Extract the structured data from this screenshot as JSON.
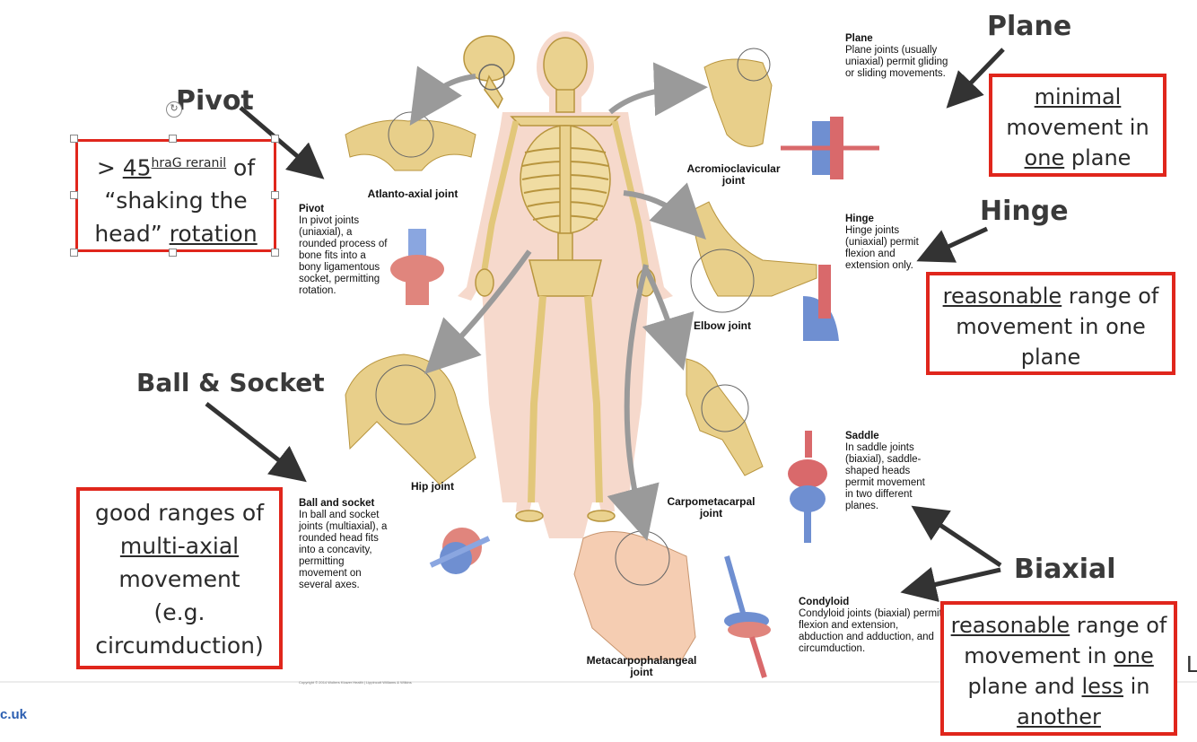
{
  "headings": {
    "pivot": "Pivot",
    "plane": "Plane",
    "hinge": "Hinge",
    "ball_socket": "Ball & Socket",
    "biaxial": "Biaxial"
  },
  "boxes": {
    "pivot": {
      "gt": "> ",
      "deg": "45",
      "garbled": "hraG reranil",
      "of": " of",
      "line2": "“shaking the",
      "line3a": "head” ",
      "line3b": "rotation"
    },
    "plane": {
      "u1": "minimal",
      "line2": "movement in",
      "u2": "one",
      "line3": " plane"
    },
    "hinge": {
      "u1": "reasonable",
      "line1": " range of",
      "line2": "movement in one",
      "line3": "plane"
    },
    "ball": {
      "line1": "good ranges of",
      "u1": "multi-axial",
      "line3": "movement",
      "line4": "(e.g.",
      "line5": "circumduction)"
    },
    "biaxial": {
      "u1": "reasonable",
      "line1": " range of",
      "line2a": "movement in ",
      "u2": "one",
      "line3a": "plane and ",
      "u3": "less",
      "line3b": " in",
      "u4": "another"
    }
  },
  "figure": {
    "plane": {
      "title": "Plane",
      "text": "Plane joints (usually uniaxial) permit gliding or sliding movements."
    },
    "acromio": "Acromioclavicular joint",
    "hinge": {
      "title": "Hinge",
      "text": "Hinge joints (uniaxial) permit flexion and extension only."
    },
    "elbow": "Elbow joint",
    "pivot": {
      "title": "Pivot",
      "text": "In pivot joints (uniaxial), a rounded process of bone fits into a bony ligamentous socket, permitting rotation."
    },
    "atlanto": "Atlanto-axial joint",
    "saddle": {
      "title": "Saddle",
      "text": "In saddle joints (biaxial), saddle-shaped heads permit movement in two different planes."
    },
    "carpo": "Carpometacarpal joint",
    "ball": {
      "title": "Ball and socket",
      "text": "In ball and socket joints (multiaxial), a rounded head fits into a concavity, permitting movement on several axes."
    },
    "hip": "Hip joint",
    "condyloid": {
      "title": "Condyloid",
      "text": "Condyloid joints (biaxial) permit flexion and extension, abduction and adduction, and circumduction."
    },
    "metacarpo": "Metacarpophalangeal joint",
    "copyright": "Copyright © 2014 Wolters Kluwer Health | Lippincott Williams & Wilkins"
  },
  "footer": {
    "url_fragment": "c.uk",
    "edge_letter": "L"
  },
  "colors": {
    "red": "#e0261c",
    "bone": "#e8cf8a",
    "skin": "#f6d9cc",
    "heading": "#3a3a3a",
    "link": "#2a5db0"
  }
}
